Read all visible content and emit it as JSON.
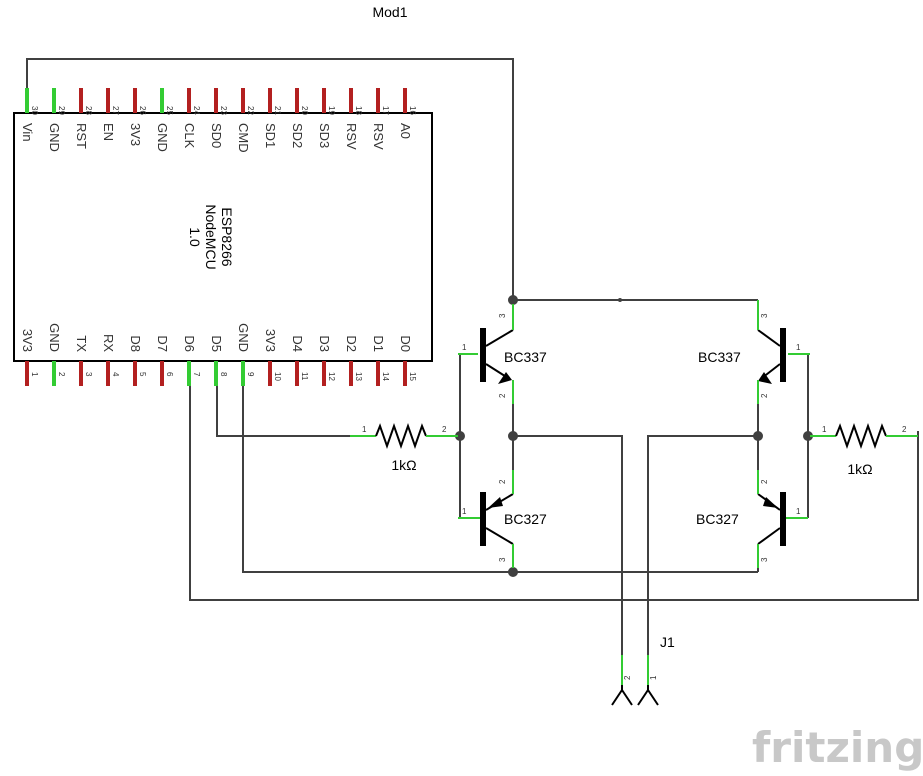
{
  "title": "Mod1",
  "module": {
    "name_lines": [
      "ESP8266",
      "NodeMCU",
      "1.0"
    ]
  },
  "top_pins": [
    {
      "num": "30",
      "label": "Vin",
      "color": "green"
    },
    {
      "num": "29",
      "label": "GND",
      "color": "green"
    },
    {
      "num": "28",
      "label": "RST",
      "color": "red"
    },
    {
      "num": "27",
      "label": "EN",
      "color": "red"
    },
    {
      "num": "26",
      "label": "3V3",
      "color": "red"
    },
    {
      "num": "25",
      "label": "GND",
      "color": "green"
    },
    {
      "num": "24",
      "label": "CLK",
      "color": "red"
    },
    {
      "num": "23",
      "label": "SD0",
      "color": "red"
    },
    {
      "num": "22",
      "label": "CMD",
      "color": "red"
    },
    {
      "num": "21",
      "label": "SD1",
      "color": "red"
    },
    {
      "num": "20",
      "label": "SD2",
      "color": "red"
    },
    {
      "num": "19",
      "label": "SD3",
      "color": "red"
    },
    {
      "num": "18",
      "label": "RSV",
      "color": "red"
    },
    {
      "num": "17",
      "label": "RSV",
      "color": "red"
    },
    {
      "num": "16",
      "label": "A0",
      "color": "red"
    }
  ],
  "bottom_pins": [
    {
      "num": "1",
      "label": "3V3",
      "color": "red"
    },
    {
      "num": "2",
      "label": "GND",
      "color": "green"
    },
    {
      "num": "3",
      "label": "TX",
      "color": "red"
    },
    {
      "num": "4",
      "label": "RX",
      "color": "red"
    },
    {
      "num": "5",
      "label": "D8",
      "color": "red"
    },
    {
      "num": "6",
      "label": "D7",
      "color": "red"
    },
    {
      "num": "7",
      "label": "D6",
      "color": "green"
    },
    {
      "num": "8",
      "label": "D5",
      "color": "green"
    },
    {
      "num": "9",
      "label": "GND",
      "color": "green"
    },
    {
      "num": "10",
      "label": "3V3",
      "color": "red"
    },
    {
      "num": "11",
      "label": "D4",
      "color": "red"
    },
    {
      "num": "12",
      "label": "D3",
      "color": "red"
    },
    {
      "num": "13",
      "label": "D2",
      "color": "red"
    },
    {
      "num": "14",
      "label": "D1",
      "color": "red"
    },
    {
      "num": "15",
      "label": "D0",
      "color": "red"
    }
  ],
  "colors": {
    "pin_red": "#b32020",
    "pin_green": "#33cc33",
    "wire": "#404040",
    "logo": "#c8c8c8"
  },
  "transistors": {
    "q1": {
      "label": "BC337",
      "pins": [
        "1",
        "2",
        "3"
      ]
    },
    "q2": {
      "label": "BC337",
      "pins": [
        "1",
        "2",
        "3"
      ]
    },
    "q3": {
      "label": "BC327",
      "pins": [
        "1",
        "2",
        "3"
      ]
    },
    "q4": {
      "label": "BC327",
      "pins": [
        "1",
        "2",
        "3"
      ]
    }
  },
  "resistors": {
    "r1": {
      "value": "1kΩ",
      "pin1": "1",
      "pin2": "2"
    },
    "r2": {
      "value": "1kΩ",
      "pin1": "1",
      "pin2": "2"
    }
  },
  "connector": {
    "name": "J1",
    "pin1": "1",
    "pin2": "2"
  },
  "logo": "fritzing"
}
